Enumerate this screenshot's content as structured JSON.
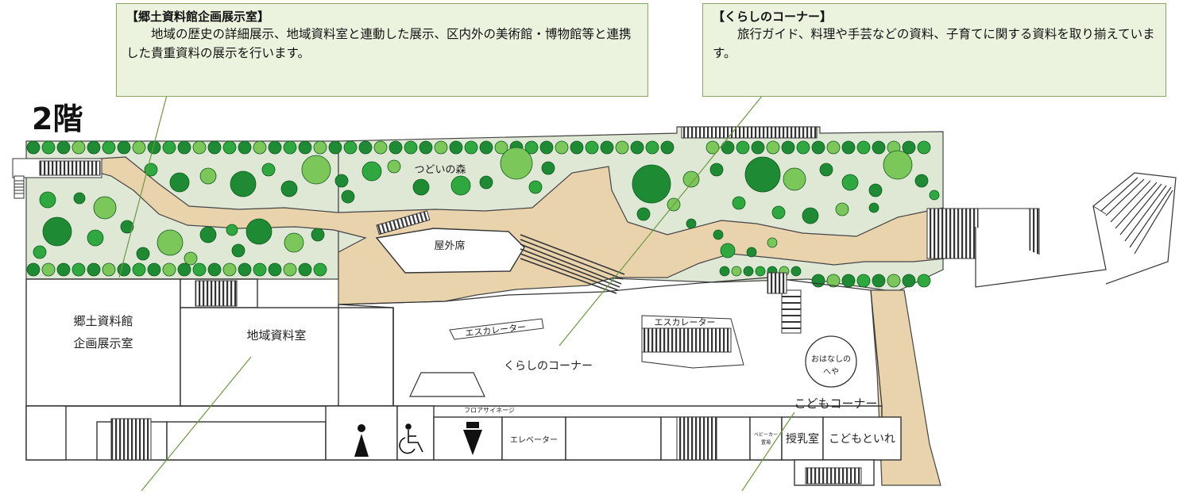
{
  "floor_label": "2階",
  "callouts": {
    "kyodo": {
      "title": "【郷土資料館企画展示室】",
      "body": "地域の歴史の詳細展示、地域資料室と連動した展示、区内外の美術館・博物館等と連携した貴重資料の展示を行います。"
    },
    "kurashi": {
      "title": "【くらしのコーナー】",
      "body": "旅行ガイド、料理や手芸などの資料、子育てに関する資料を取り揃えています。"
    }
  },
  "rooms": {
    "forest": "つどいの森",
    "outdoor_seats": "屋外席",
    "kyodo_line1": "郷土資料館",
    "kyodo_line2": "企画展示室",
    "chiiki": "地域資料室",
    "escalator_a": "エスカレーター",
    "escalator_b": "エスカレーター",
    "kurashi": "くらしのコーナー",
    "ohanashi_line1": "おはなしの",
    "ohanashi_line2": "へや",
    "kodomo": "こどもコーナー",
    "floor_signage": "フロアサイネージ",
    "elevator": "エレベーター",
    "baby_line1": "ベビーカー",
    "baby_line2": "置場",
    "nursing": "授乳室",
    "kids_toilet": "こどもといれ"
  },
  "icons": {
    "womens_toilet": "womens-toilet-icon",
    "accessible_toilet": "wheelchair-icon",
    "mens_toilet": "mens-toilet-icon"
  },
  "colors": {
    "callout_bg": "#ebf3de",
    "callout_border": "#8aa566",
    "forest_bg": "#dfe8d5",
    "path": "#e8d3ad",
    "tree_dark": "#1f8a34",
    "tree_mid": "#2ea83f",
    "tree_light": "#7cc75a",
    "leader_line": "#6a9a3e"
  }
}
